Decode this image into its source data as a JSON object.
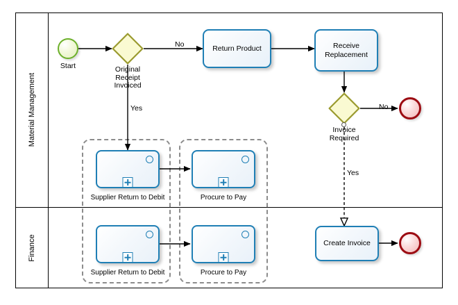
{
  "diagram": {
    "type": "bpmn-process-diagram",
    "pool": {
      "lanes": [
        {
          "id": "material-management",
          "label": "Material Management"
        },
        {
          "id": "finance",
          "label": "Finance"
        }
      ]
    },
    "colors": {
      "task_border": "#1F7FB5",
      "gateway_border": "#9A9A2E",
      "gateway_fill": "#FAFAD2",
      "start_border": "#6CB02A",
      "end_border": "#9C0B12",
      "group_border": "#8C8C8C",
      "lane_border": "#000000"
    },
    "events": [
      {
        "id": "start",
        "name": "start-event",
        "label": "Start",
        "lane": "material-management"
      },
      {
        "id": "end-no-invoice",
        "name": "end-event",
        "label": "",
        "lane": "material-management"
      },
      {
        "id": "end-invoice",
        "name": "end-event",
        "label": "",
        "lane": "finance"
      }
    ],
    "gateways": [
      {
        "id": "gw-original-receipt",
        "label": "Original\nReceipt\nInvoiced",
        "line1": "Original",
        "line2": "Receipt",
        "line3": "Invoiced",
        "lane": "material-management"
      },
      {
        "id": "gw-invoice-required",
        "label": "Invoice\nRequired",
        "line1": "Invoice",
        "line2": "Required",
        "lane": "material-management"
      }
    ],
    "tasks": [
      {
        "id": "return-product",
        "label": "Return Product",
        "lane": "material-management"
      },
      {
        "id": "receive-replacement",
        "label": "Receive Replacement",
        "line1": "Receive",
        "line2": "Replacement",
        "lane": "material-management"
      },
      {
        "id": "create-invoice",
        "label": "Create Invoice",
        "lane": "finance"
      }
    ],
    "subprocesses": [
      {
        "id": "supplier-return-to-debit-mm",
        "label": "Supplier Return to Debit",
        "lane": "material-management",
        "markers": [
          "event-circle",
          "collapsed-plus"
        ]
      },
      {
        "id": "procure-to-pay-mm",
        "label": "Procure to Pay",
        "lane": "material-management",
        "markers": [
          "event-circle",
          "collapsed-plus"
        ]
      },
      {
        "id": "supplier-return-to-debit-fin",
        "label": "Supplier Return to Debit",
        "lane": "finance",
        "markers": [
          "event-circle",
          "collapsed-plus"
        ]
      },
      {
        "id": "procure-to-pay-fin",
        "label": "Procure to Pay",
        "lane": "finance",
        "markers": [
          "event-circle",
          "collapsed-plus"
        ]
      }
    ],
    "flow_labels": {
      "gw1_no": "No",
      "gw1_yes": "Yes",
      "gw2_no": "No",
      "gw2_yes": "Yes"
    }
  }
}
